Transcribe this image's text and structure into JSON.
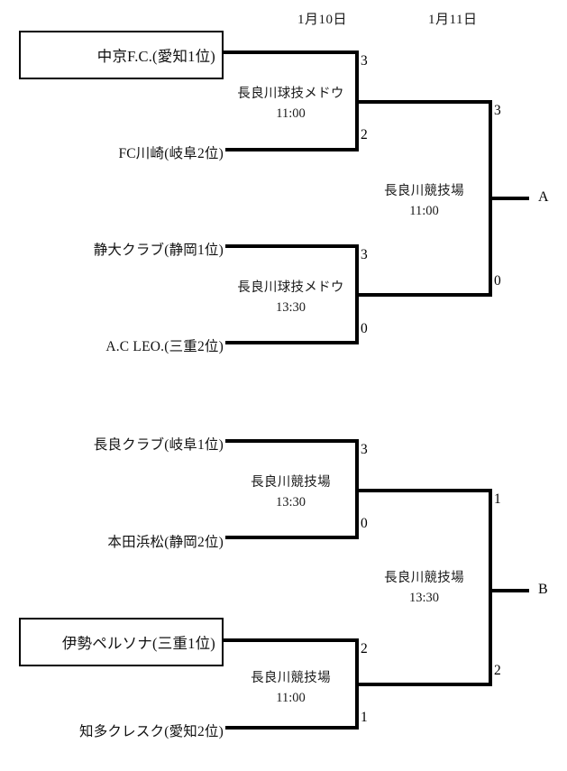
{
  "title": "tournament-bracket",
  "dates": [
    {
      "label": "1月10日"
    },
    {
      "label": "1月11日"
    }
  ],
  "outputs": [
    {
      "label": "A"
    },
    {
      "label": "B"
    }
  ],
  "bracket_a": {
    "teams": [
      {
        "name": "中京F.C.(愛知1位)",
        "boxed": true
      },
      {
        "name": "FC川崎(岐阜2位)",
        "boxed": false
      },
      {
        "name": "静大クラブ(静岡1位)",
        "boxed": false
      },
      {
        "name": "A.C LEO.(三重2位)",
        "boxed": false
      }
    ],
    "round1": [
      {
        "venue": "長良川球技メドウ",
        "time": "11:00",
        "score_top": "3",
        "score_bottom": "2"
      },
      {
        "venue": "長良川球技メドウ",
        "time": "13:30",
        "score_top": "3",
        "score_bottom": "0"
      }
    ],
    "final": {
      "venue": "長良川競技場",
      "time": "11:00",
      "score_top": "3",
      "score_bottom": "0",
      "output": "A"
    }
  },
  "bracket_b": {
    "teams": [
      {
        "name": "長良クラブ(岐阜1位)",
        "boxed": false
      },
      {
        "name": "本田浜松(静岡2位)",
        "boxed": false
      },
      {
        "name": "伊勢ペルソナ(三重1位)",
        "boxed": true
      },
      {
        "name": "知多クレスク(愛知2位)",
        "boxed": false
      }
    ],
    "round1": [
      {
        "venue": "長良川競技場",
        "time": "13:30",
        "score_top": "3",
        "score_bottom": "0"
      },
      {
        "venue": "長良川競技場",
        "time": "11:00",
        "score_top": "2",
        "score_bottom": "1"
      }
    ],
    "final": {
      "venue": "長良川競技場",
      "time": "13:30",
      "score_top": "1",
      "score_bottom": "2",
      "output": "B"
    }
  }
}
